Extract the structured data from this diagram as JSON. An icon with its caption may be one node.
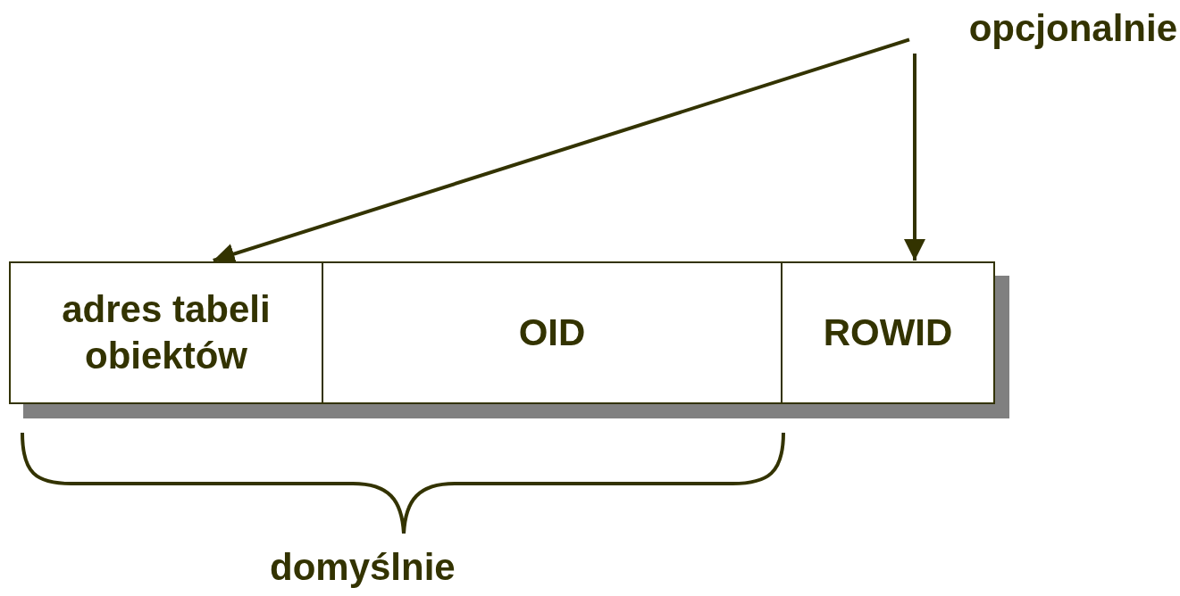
{
  "diagram": {
    "nodes": [
      {
        "text": [
          "opcjonalnie"
        ]
      },
      {
        "text": [
          "adres tabeli obiektów"
        ]
      },
      {
        "text": [
          "OID"
        ]
      },
      {
        "text": [
          "ROWID"
        ]
      }
    ],
    "edges": [
      {
        "from": 0,
        "to": 1,
        "arrow": "to"
      },
      {
        "from": 0,
        "to": 3,
        "arrow": "to"
      }
    ],
    "labels": [
      "domyślnie"
    ]
  }
}
